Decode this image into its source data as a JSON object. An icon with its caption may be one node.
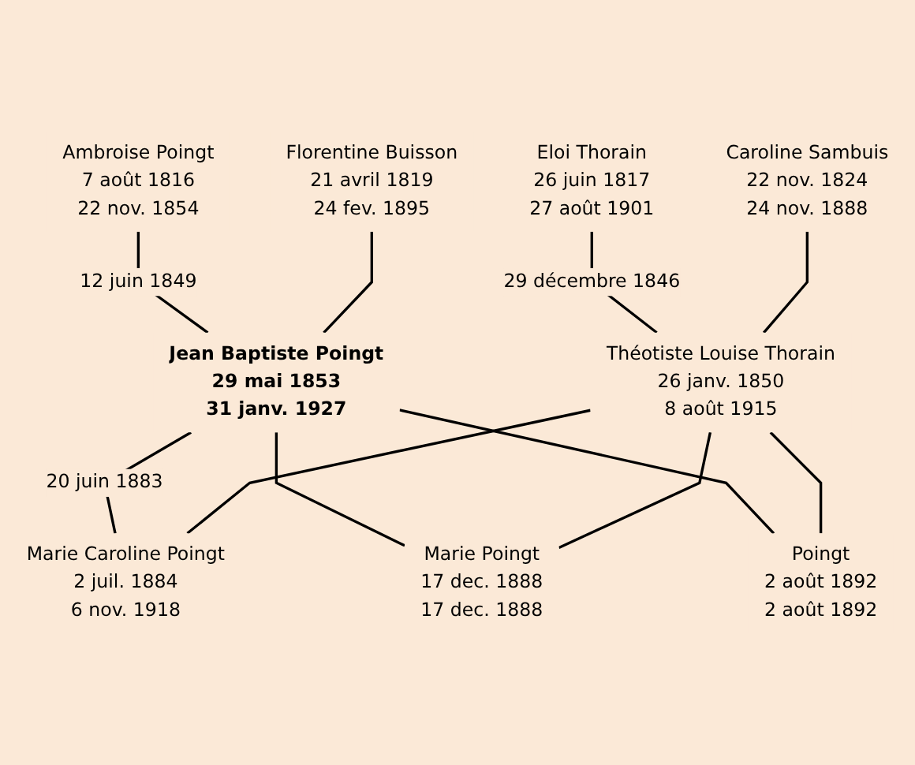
{
  "diagram": {
    "nodes": [
      {
        "text": [
          "Ambroise Poingt",
          "7 août 1816",
          "22 nov. 1854"
        ]
      },
      {
        "text": [
          "Florentine Buisson",
          "21 avril 1819",
          "24 fev. 1895"
        ]
      },
      {
        "text": [
          "Eloi Thorain",
          "26 juin 1817",
          "27 août 1901"
        ]
      },
      {
        "text": [
          "Caroline Sambuis",
          "22 nov. 1824",
          "24 nov. 1888"
        ]
      },
      {
        "text": [
          "Jean Baptiste Poingt",
          "29 mai 1853",
          "31 janv. 1927"
        ]
      },
      {
        "text": [
          "Théotiste Louise Thorain",
          "26 janv. 1850",
          "8 août 1915"
        ]
      },
      {
        "text": [
          "Marie Caroline Poingt",
          "2 juil. 1884",
          "6 nov. 1918"
        ]
      },
      {
        "text": [
          "Marie Poingt",
          "17 dec. 1888",
          "17 dec. 1888"
        ]
      },
      {
        "text": [
          "Poingt",
          "2 août 1892",
          "2 août 1892"
        ]
      }
    ],
    "edges": [
      {
        "from": 0,
        "to": 4,
        "arrow": "none",
        "label": "12 juin 1849"
      },
      {
        "from": 1,
        "to": 4,
        "arrow": "none"
      },
      {
        "from": 2,
        "to": 5,
        "arrow": "none",
        "label": "29 décembre 1846"
      },
      {
        "from": 3,
        "to": 5,
        "arrow": "none"
      },
      {
        "from": 4,
        "to": 6,
        "arrow": "none",
        "label": "20 juin 1883"
      },
      {
        "from": 4,
        "to": 7,
        "arrow": "none"
      },
      {
        "from": 4,
        "to": 8,
        "arrow": "none"
      },
      {
        "from": 5,
        "to": 6,
        "arrow": "none"
      },
      {
        "from": 5,
        "to": 7,
        "arrow": "none"
      },
      {
        "from": 5,
        "to": 8,
        "arrow": "none"
      }
    ]
  }
}
